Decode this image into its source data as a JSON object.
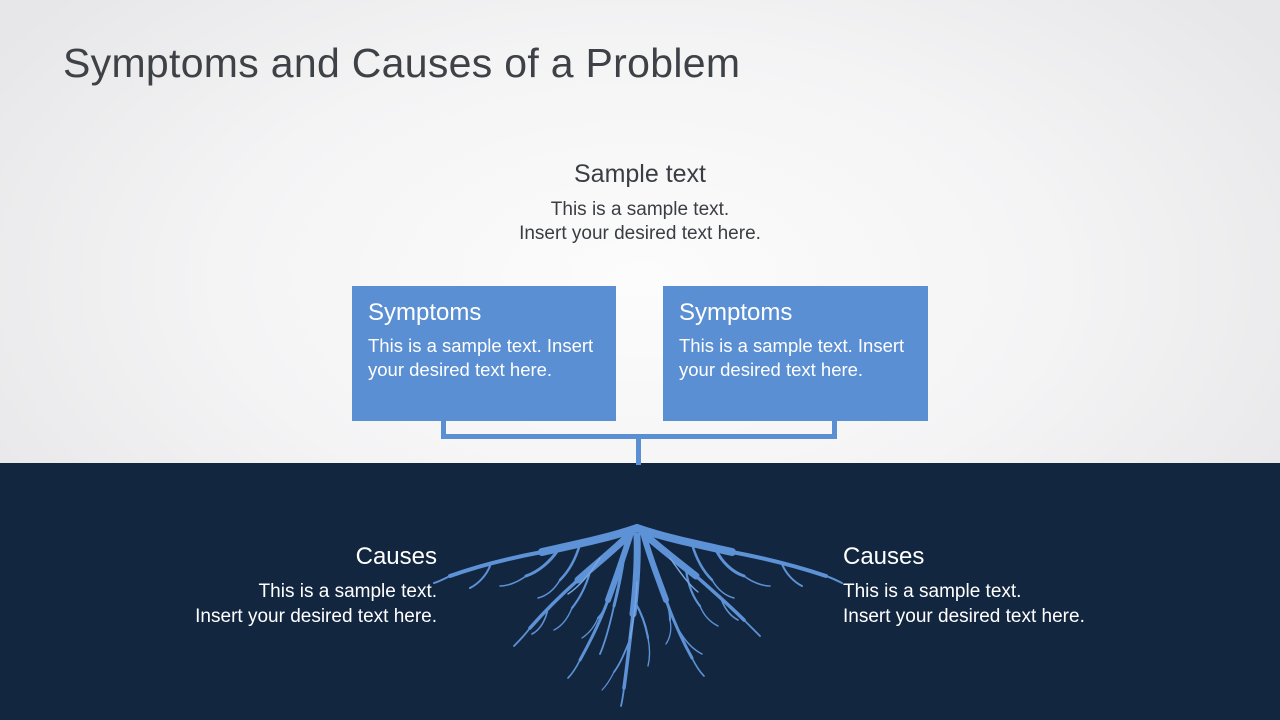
{
  "title": "Symptoms and Causes of a Problem",
  "colors": {
    "accent_blue": "#5a8fd4",
    "dark_navy": "#13263f",
    "root_blue": "#5d92d7",
    "root_blue_light": "#78a7e2",
    "background_light": "#ececee",
    "title_text": "#3e4247"
  },
  "sample_text": {
    "heading": "Sample text",
    "line1": "This is a sample text.",
    "line2": "Insert your desired text here."
  },
  "symptoms": {
    "left": {
      "heading": "Symptoms",
      "body": "This is a sample text. Insert your desired text here."
    },
    "right": {
      "heading": "Symptoms",
      "body": "This is a sample text. Insert your desired text here."
    }
  },
  "causes": {
    "left": {
      "heading": "Causes",
      "line1": "This is a sample text.",
      "line2": "Insert your desired text here."
    },
    "right": {
      "heading": "Causes",
      "line1": "This is a sample text.",
      "line2": "Insert your desired text here."
    }
  },
  "illustration": {
    "name": "tree-roots"
  }
}
